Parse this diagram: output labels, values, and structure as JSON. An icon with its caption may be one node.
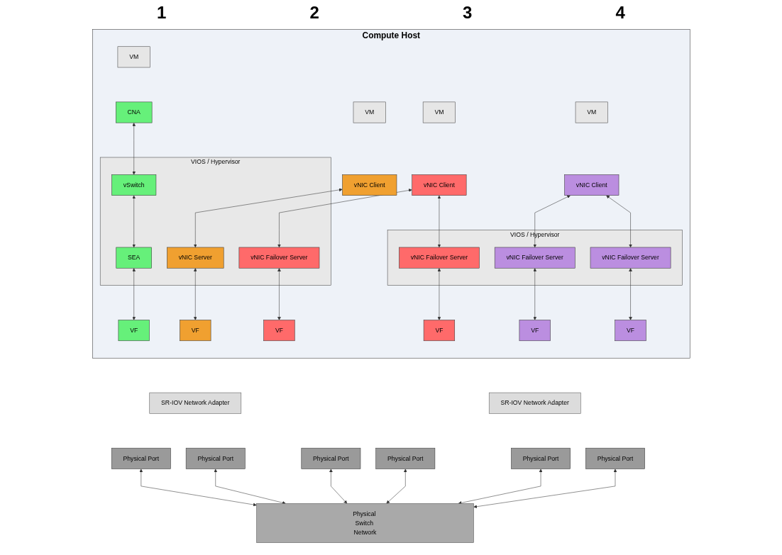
{
  "diagram": {
    "nodes": [
      {
        "text": [
          "Compute Host"
        ]
      },
      {
        "text": [
          "VM"
        ],
        "in": 0
      },
      {
        "text": [
          "CNA"
        ],
        "in": 0
      },
      {
        "text": [
          "VM"
        ],
        "in": 0
      },
      {
        "text": [
          "vNIC Client"
        ],
        "in": 0
      },
      {
        "text": [
          "VM"
        ],
        "in": 0
      },
      {
        "text": [
          "vNIC Client"
        ],
        "in": 0
      },
      {
        "text": [
          "VM"
        ],
        "in": 0
      },
      {
        "text": [
          "vNIC Client"
        ],
        "in": 0
      },
      {
        "text": [
          "VIOS / Hypervisor"
        ],
        "in": 0
      },
      {
        "text": [
          "vSwitch"
        ],
        "in": 9
      },
      {
        "text": [
          "SEA"
        ],
        "in": 9
      },
      {
        "text": [
          "vNIC Server"
        ],
        "in": 9
      },
      {
        "text": [
          "vNIC Failover Server"
        ],
        "in": 9
      },
      {
        "text": [
          "VIOS / Hypervisor"
        ],
        "in": 0
      },
      {
        "text": [
          "vNIC Failover Server"
        ],
        "in": 14
      },
      {
        "text": [
          "vNIC Failover Server"
        ],
        "in": 14
      },
      {
        "text": [
          "vNIC Failover Server"
        ],
        "in": 14
      },
      {
        "text": [
          "VF"
        ],
        "in": 0
      },
      {
        "text": [
          "VF"
        ],
        "in": 0
      },
      {
        "text": [
          "VF"
        ],
        "in": 0
      },
      {
        "text": [
          "VF"
        ],
        "in": 0
      },
      {
        "text": [
          "VF"
        ],
        "in": 0
      },
      {
        "text": [
          "VF"
        ],
        "in": 0
      },
      {
        "text": [
          "SR-IOV Network Adapter"
        ]
      },
      {
        "text": [
          "SR-IOV Network Adapter"
        ]
      },
      {
        "text": [
          "Physical Port"
        ]
      },
      {
        "text": [
          "Physical Port"
        ]
      },
      {
        "text": [
          "Physical Port"
        ]
      },
      {
        "text": [
          "Physical Port"
        ]
      },
      {
        "text": [
          "Physical Port"
        ]
      },
      {
        "text": [
          "Physical Port"
        ]
      },
      {
        "text": [
          "Physical Switch Network"
        ]
      }
    ],
    "edges": [
      {
        "from": 2,
        "to": 10,
        "arrow": "both"
      },
      {
        "from": 10,
        "to": 11,
        "arrow": "both"
      },
      {
        "from": 11,
        "to": 18,
        "arrow": "both"
      },
      {
        "from": 4,
        "to": 12,
        "arrow": "both"
      },
      {
        "from": 12,
        "to": 19,
        "arrow": "both"
      },
      {
        "from": 6,
        "to": 13,
        "arrow": "both"
      },
      {
        "from": 13,
        "to": 20,
        "arrow": "both"
      },
      {
        "from": 6,
        "to": 15,
        "arrow": "both"
      },
      {
        "from": 15,
        "to": 21,
        "arrow": "both"
      },
      {
        "from": 8,
        "to": 16,
        "arrow": "both"
      },
      {
        "from": 16,
        "to": 22,
        "arrow": "both"
      },
      {
        "from": 8,
        "to": 17,
        "arrow": "both"
      },
      {
        "from": 17,
        "to": 23,
        "arrow": "both"
      },
      {
        "from": 26,
        "to": 32,
        "arrow": "both"
      },
      {
        "from": 27,
        "to": 32,
        "arrow": "both"
      },
      {
        "from": 28,
        "to": 32,
        "arrow": "both"
      },
      {
        "from": 29,
        "to": 32,
        "arrow": "both"
      },
      {
        "from": 30,
        "to": 32,
        "arrow": "both"
      },
      {
        "from": 31,
        "to": 32,
        "arrow": "both"
      }
    ],
    "labels": [
      "1",
      "2",
      "3",
      "4"
    ]
  }
}
